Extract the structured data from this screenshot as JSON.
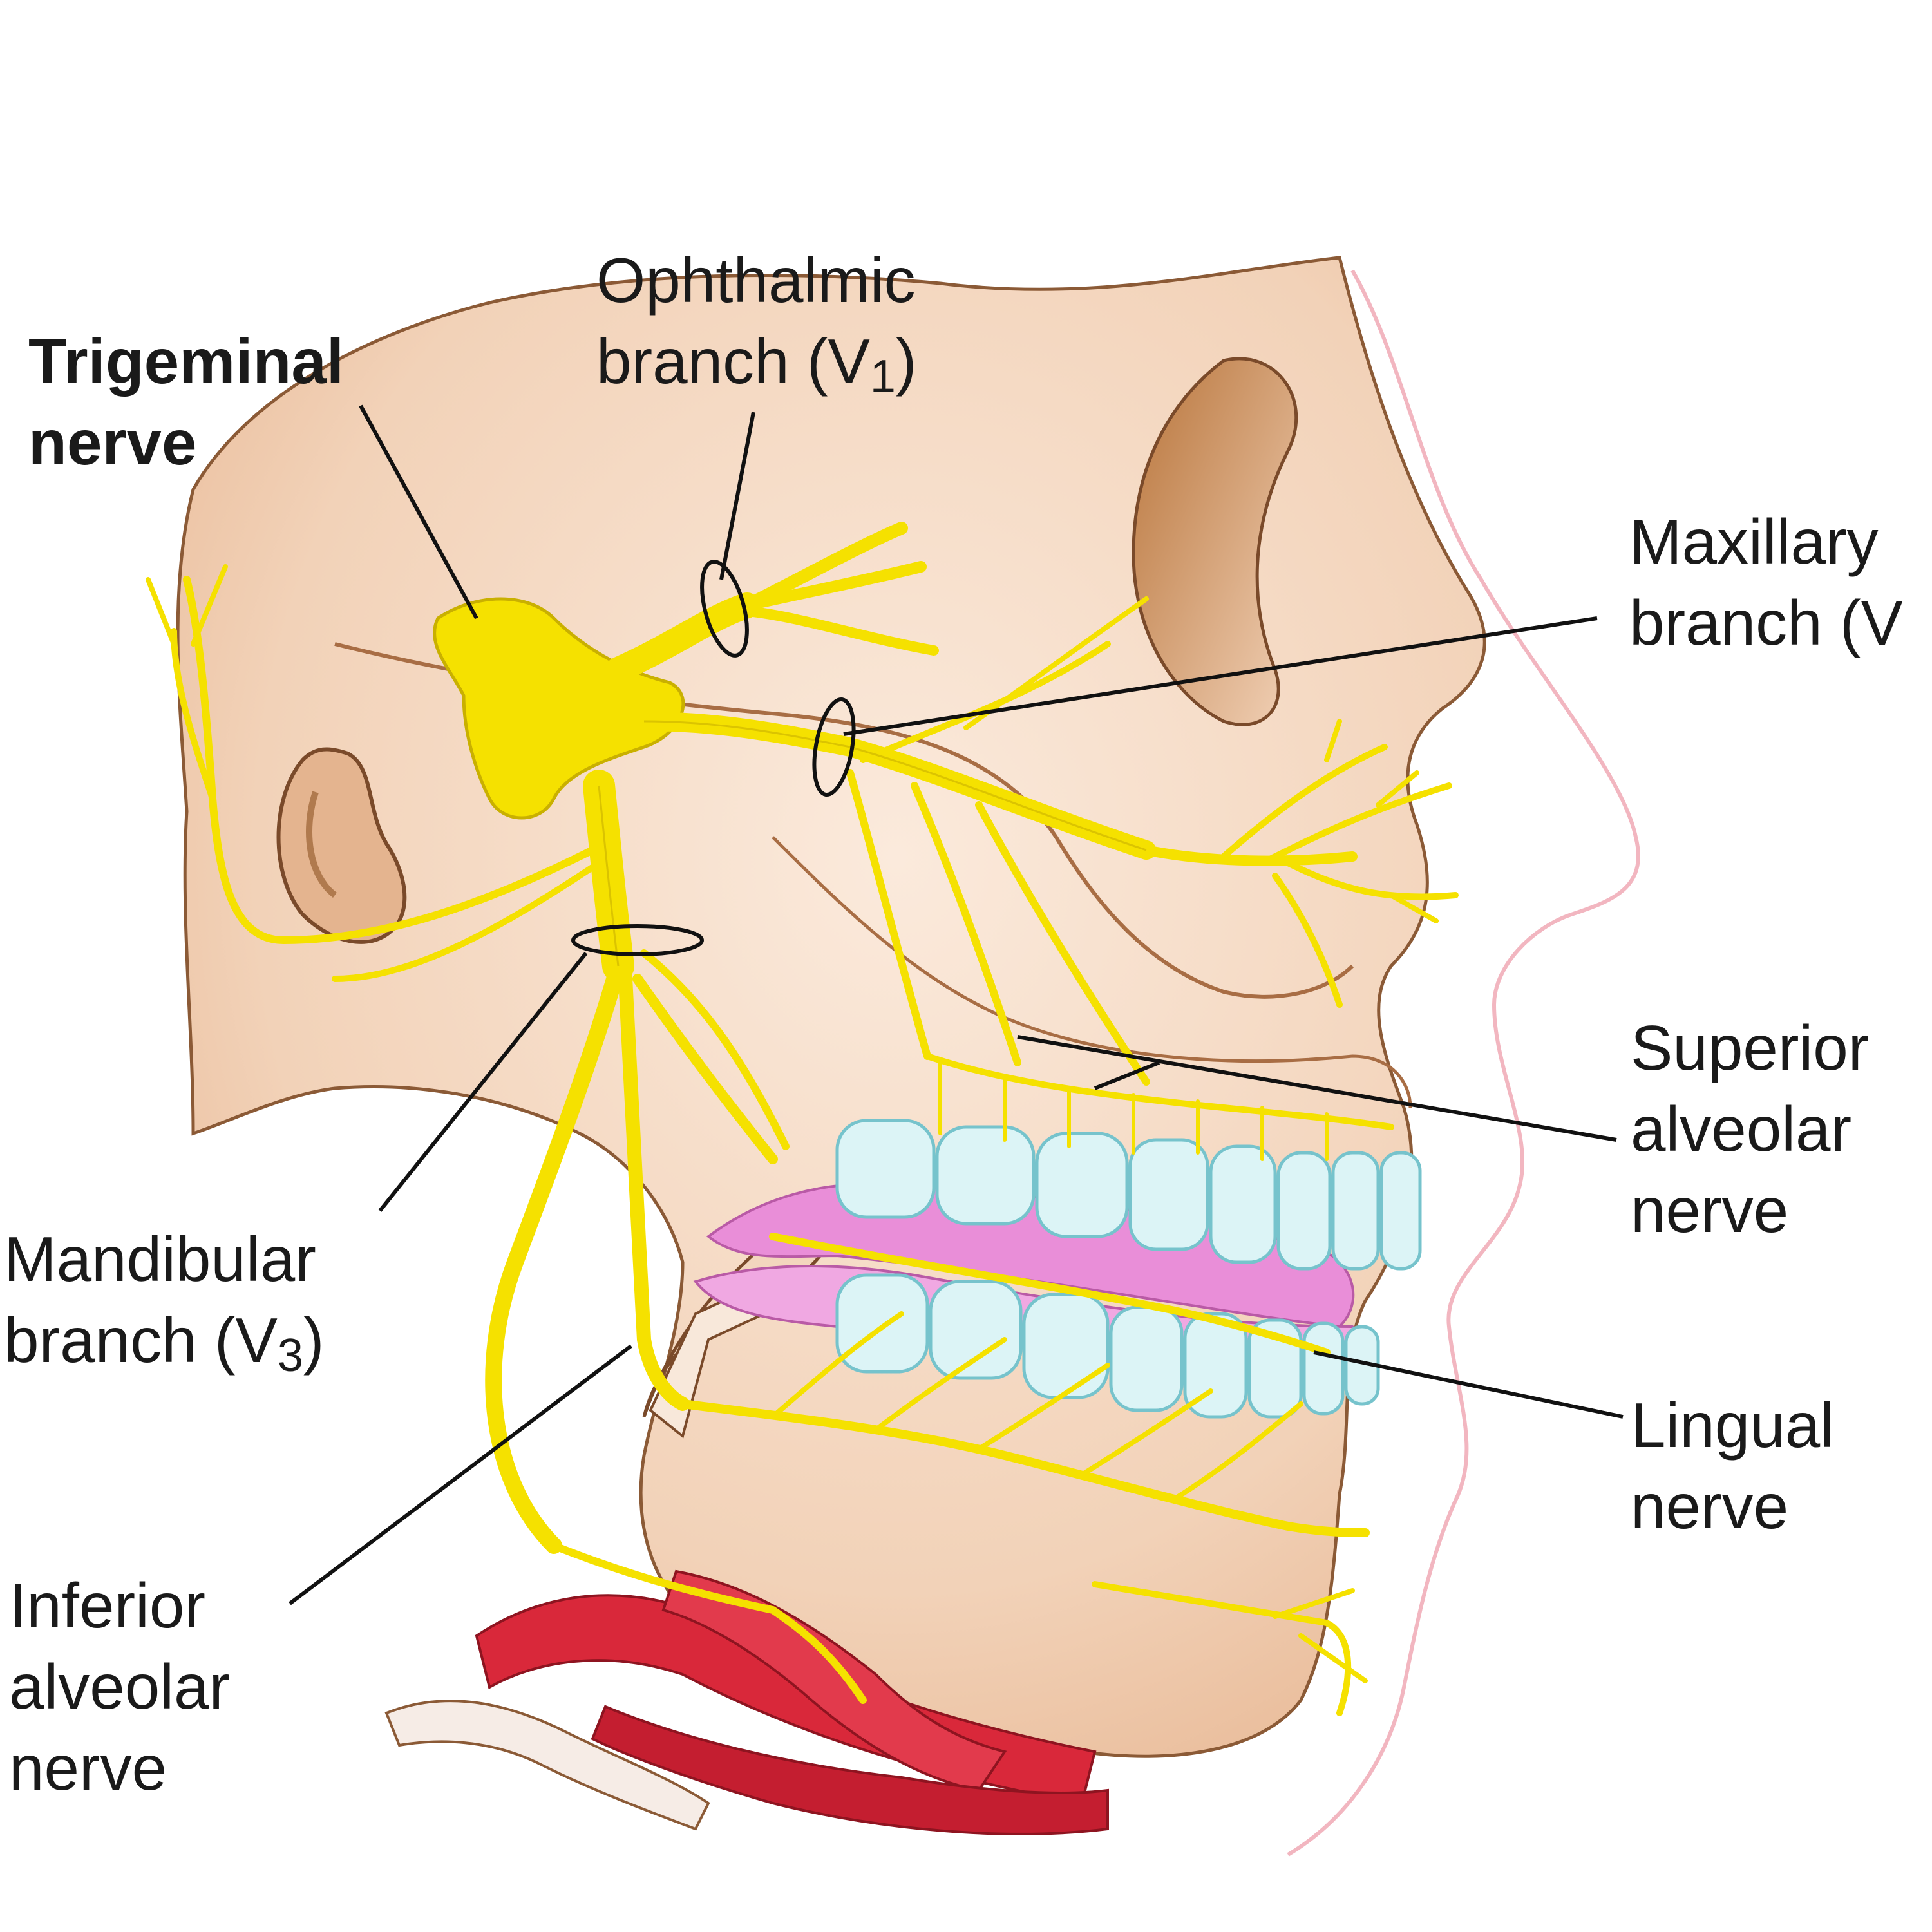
{
  "labels": {
    "trigeminal": {
      "line1": "Trigeminal",
      "line2": "nerve"
    },
    "ophthalmic": {
      "line1": "Ophthalmic",
      "line2_prefix": "branch (V",
      "subscript": "1",
      "line2_suffix": ")"
    },
    "maxillary": {
      "line1": "Maxillary",
      "line2": "branch (V"
    },
    "superior_alveolar": {
      "line1": "Superior",
      "line2": "alveolar",
      "line3": "nerve"
    },
    "mandibular": {
      "line1": "Mandibular",
      "line2_prefix": "branch (V",
      "subscript": "3",
      "line2_suffix": ")"
    },
    "lingual": {
      "line1": "Lingual",
      "line2": "nerve"
    },
    "inferior_alveolar": {
      "line1": "Inferior",
      "line2": "alveolar",
      "line3": "nerve"
    }
  },
  "colors": {
    "background": "#ffffff",
    "skin": "#f5dcc6",
    "skin_shadow": "#d9a77f",
    "bone_outline": "#7a4a2a",
    "nerve": "#f5e100",
    "nerve_outline": "#c9b000",
    "teeth": "#dcf4f6",
    "teeth_outline": "#76c3cc",
    "gum": "#e98ed8",
    "muscle": "#d9283a",
    "leader_line": "#111111",
    "text": "#1a1a1a",
    "face_outline": "#f2b6c0"
  }
}
